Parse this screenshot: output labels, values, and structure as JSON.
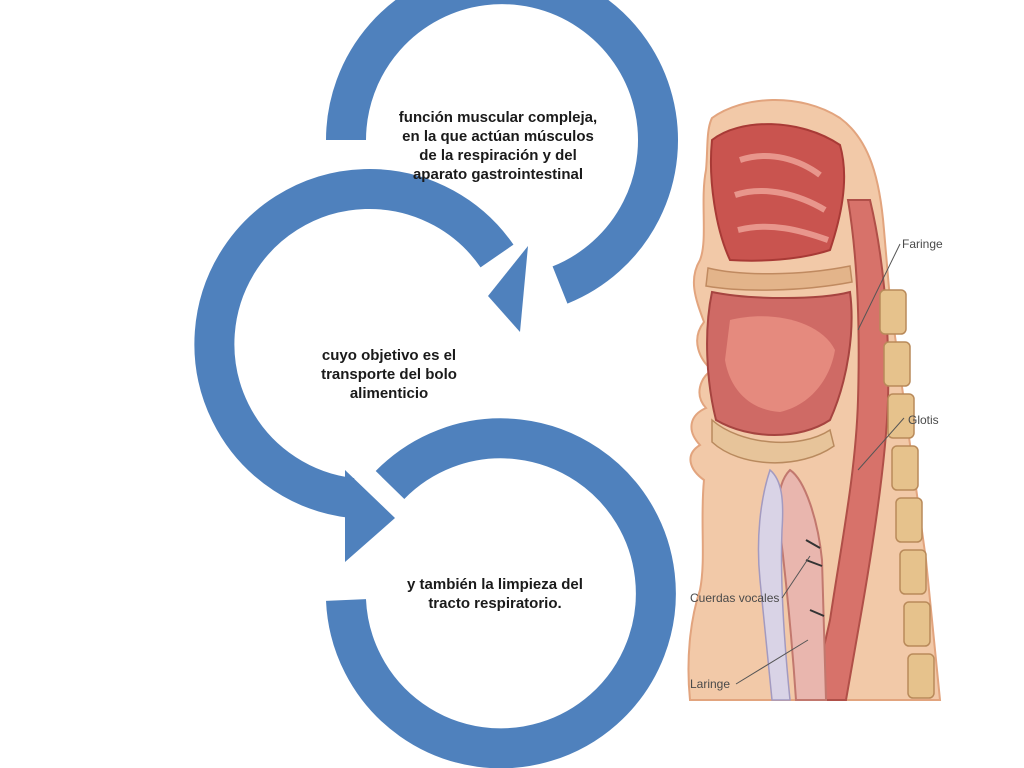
{
  "cycle": {
    "color": "#4f81bd",
    "steps": [
      {
        "lines": [
          "función muscular compleja,",
          "en la que actúan músculos",
          "de la respiración y del",
          "aparato gastrointestinal"
        ]
      },
      {
        "lines": [
          "cuyo objetivo es el",
          "transporte del bolo",
          "alimenticio"
        ]
      },
      {
        "lines": [
          "y también la limpieza del",
          "tracto respiratorio."
        ]
      }
    ]
  },
  "illustration": {
    "labels": {
      "faringe": "Faringe",
      "glotis": "Glotis",
      "cuerdas_vocales": "Cuerdas vocales",
      "laringe": "Laringe"
    }
  }
}
